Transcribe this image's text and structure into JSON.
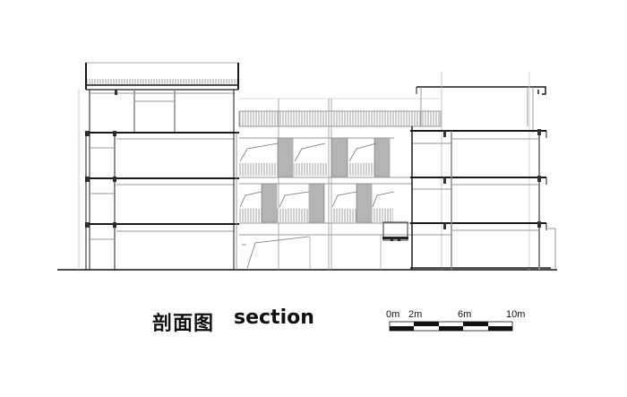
{
  "drawing": {
    "type": "architectural-section",
    "title_cn": "剖面图",
    "title_en": "section",
    "colors": {
      "line": "#1a1a1a",
      "thin": "#9a9a9a",
      "hatch": "#8c8c8c",
      "background": "#ffffff"
    }
  },
  "scale_bar": {
    "labels": [
      "0m",
      "2m",
      "6m",
      "10m"
    ],
    "segments": 5
  }
}
